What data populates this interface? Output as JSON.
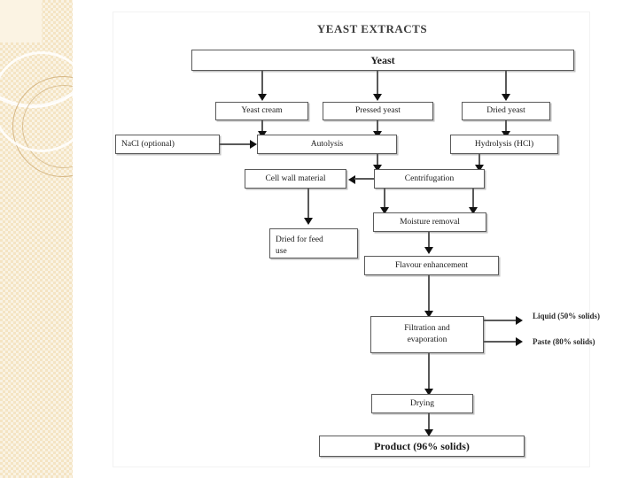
{
  "title": "YEAST EXTRACTS",
  "nodes": {
    "yeast": "Yeast",
    "yeast_cream": "Yeast cream",
    "pressed_yeast": "Pressed yeast",
    "dried_yeast": "Dried yeast",
    "nacl": "NaCl (optional)",
    "autolysis": "Autolysis",
    "hydrolysis": "Hydrolysis (HCl)",
    "cell_wall": "Cell wall material",
    "centrifugation": "Centrifugation",
    "dried_feed_line1": "Dried  for feed",
    "dried_feed_line2": "use",
    "moisture_removal": "Moisture removal",
    "flavour_enhancement": "Flavour enhancement",
    "filtration_line1": "Filtration and",
    "filtration_line2": "evaporation",
    "drying": "Drying",
    "product": "Product (96% solids)"
  },
  "outputs": {
    "liquid": "Liquid (50% solids)",
    "paste": "Paste (80% solids)"
  },
  "colors": {
    "sidebar_base": "#f4e4c3",
    "sidebar_panel": "#fbf3e3",
    "box_border": "#5a5a5a",
    "connector": "#5a5a5a",
    "arrow": "#111111",
    "title_text": "#3b3b3b",
    "page_background": "#ffffff"
  }
}
